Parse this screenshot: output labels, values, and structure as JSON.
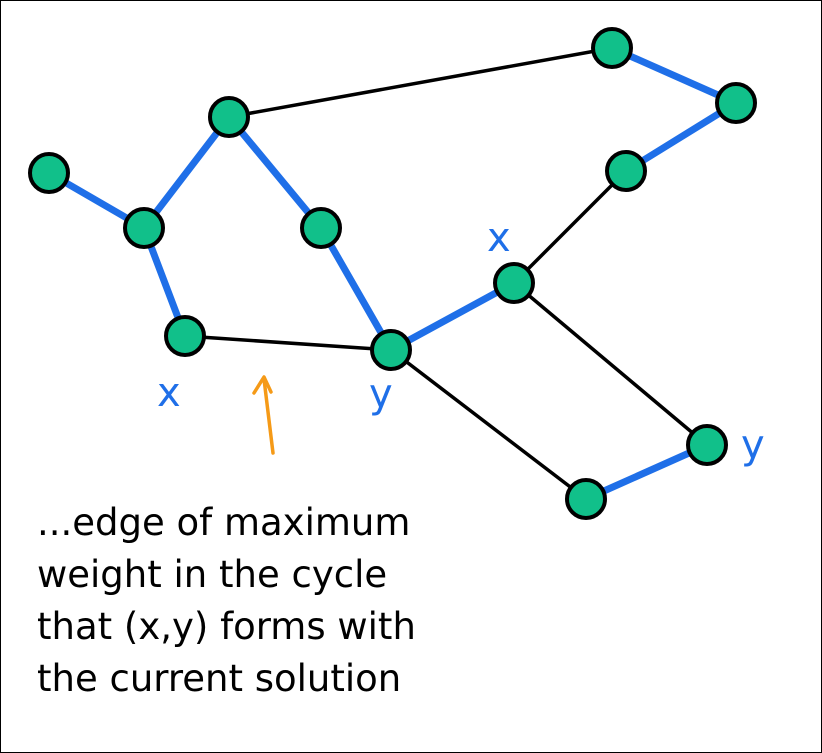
{
  "colors": {
    "tree_edge": "#1f6fe8",
    "other_edge": "#000000",
    "node_fill": "#11c08a",
    "node_stroke": "#000000",
    "label": "#1f6fe8",
    "arrow": "#f59a17",
    "text": "#000000"
  },
  "labels": {
    "x_left": "x",
    "y_left": "y",
    "x_right": "x",
    "y_right": "y"
  },
  "caption": {
    "line1": "...edge of maximum",
    "line2": "weight in the cycle",
    "line3": "that (x,y) forms with",
    "line4": "the current solution"
  }
}
